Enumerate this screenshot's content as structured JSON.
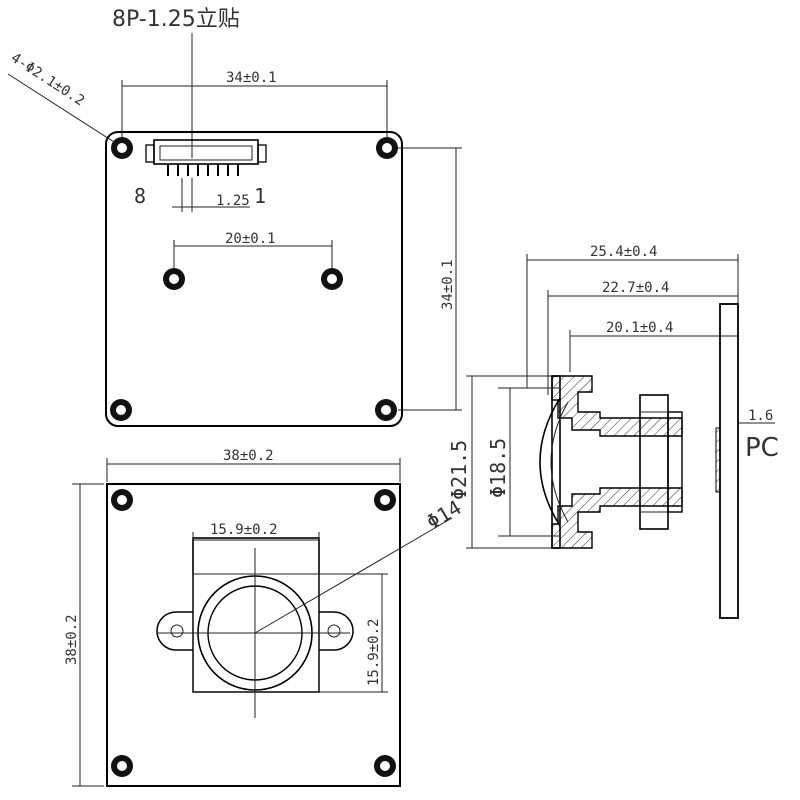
{
  "connector_title": "8P-1.25立贴",
  "top_view": {
    "hole_spec": "4-Φ2.1±0.2",
    "width_dim": "34±0.1",
    "height_dim": "34±0.1",
    "inner_hole_dim": "20±0.1",
    "pin_label_left": "8",
    "pin_label_right": "1",
    "pin_pitch": "1.25"
  },
  "side_view": {
    "overall_length": "25.4±0.4",
    "mid_length": "22.7±0.4",
    "short_length": "20.1±0.4",
    "pcb_thickness": "1.6",
    "pcb_label": "PC",
    "outer_dia": "Φ21.5",
    "inner_dia": "Φ18.5"
  },
  "bottom_view": {
    "width_dim": "38±0.2",
    "height_dim": "38±0.2",
    "holder_width": "15.9±0.2",
    "holder_height": "15.9±0.2",
    "lens_dia": "Φ14"
  }
}
